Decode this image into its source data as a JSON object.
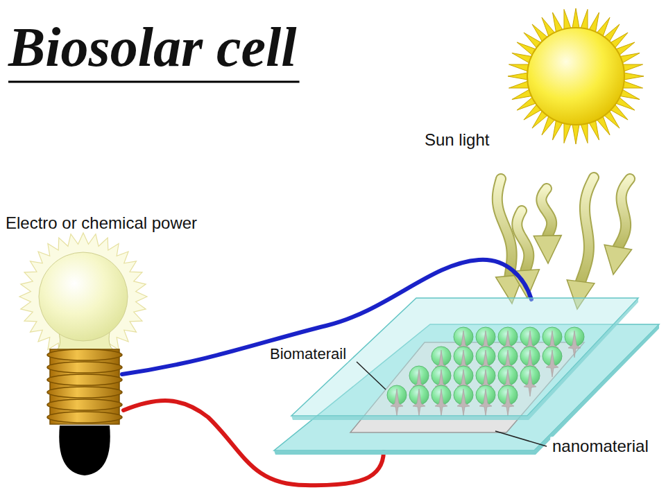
{
  "diagram": {
    "title": "Biosolar cell",
    "labels": [
      "Sun light",
      "Electro or chemical power",
      "Biomaterail",
      "nanomaterial"
    ]
  }
}
